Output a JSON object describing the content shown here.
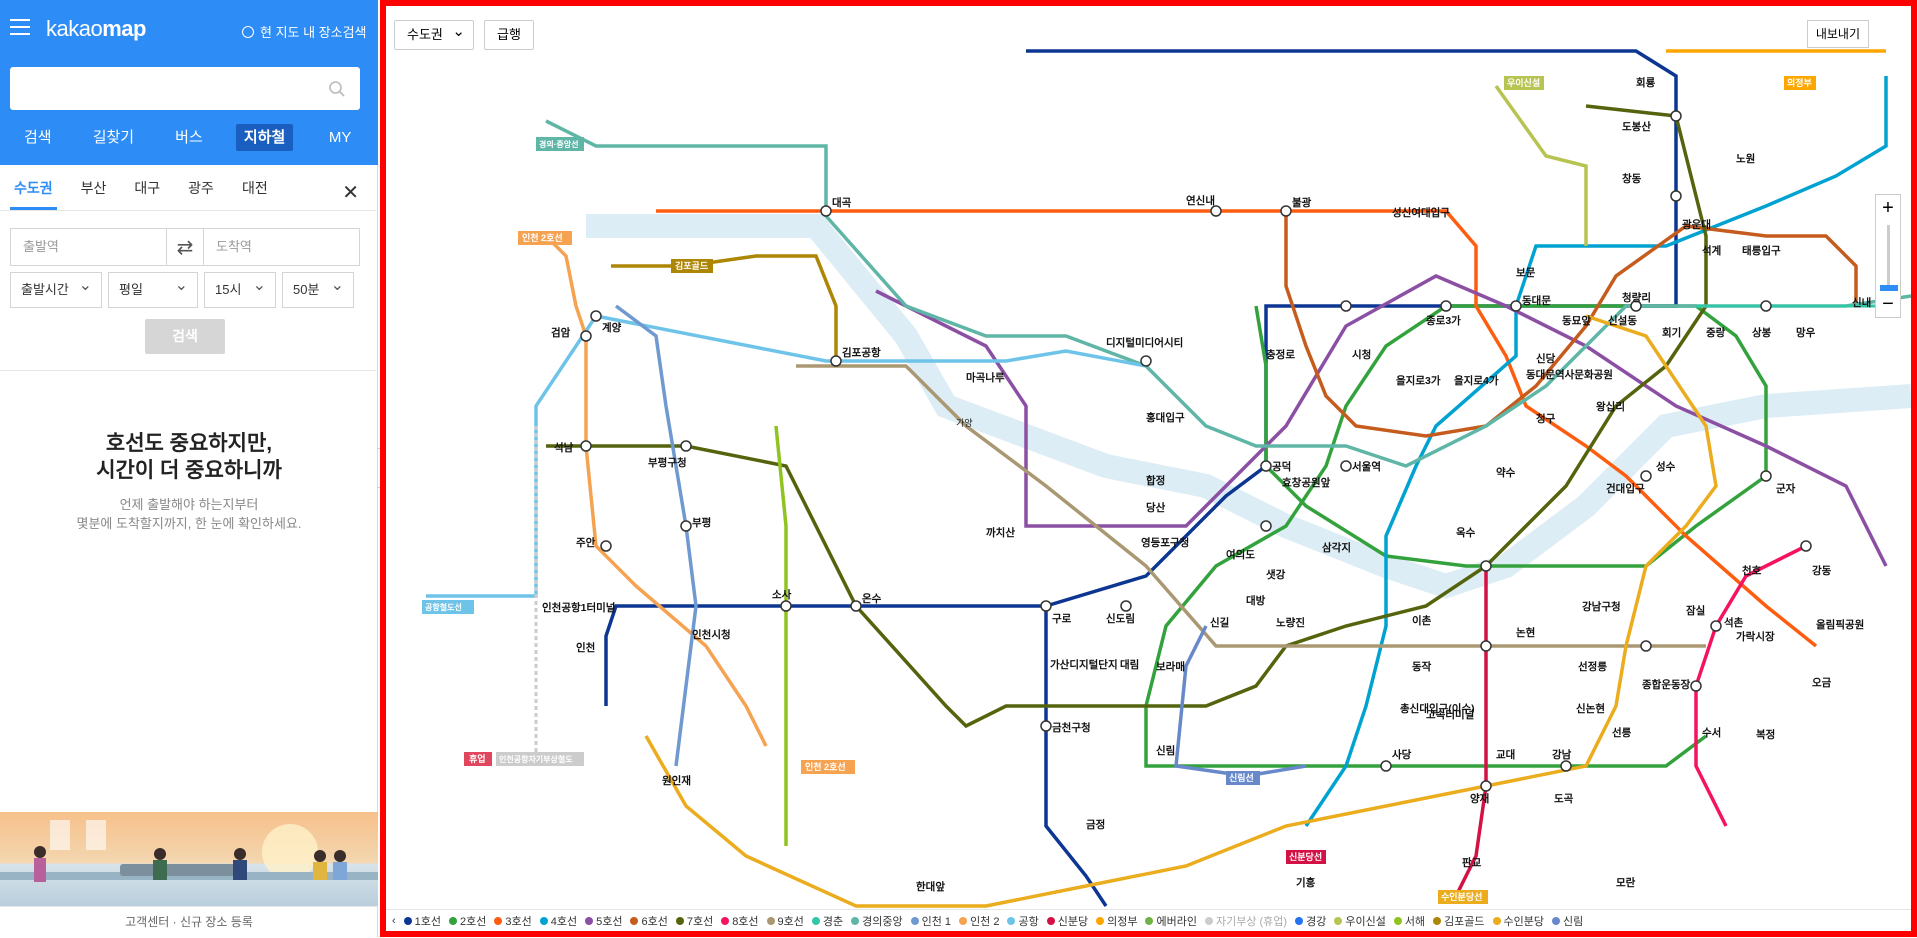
{
  "app": {
    "logo_kakao": "kakao",
    "logo_map": "map",
    "nearby_search": "현 지도 내 장소검색",
    "search_placeholder": ""
  },
  "top_tabs": [
    {
      "label": "검색"
    },
    {
      "label": "길찾기"
    },
    {
      "label": "버스"
    },
    {
      "label": "지하철",
      "active": true
    },
    {
      "label": "MY"
    }
  ],
  "region_tabs": [
    {
      "label": "수도권",
      "active": true
    },
    {
      "label": "부산"
    },
    {
      "label": "대구"
    },
    {
      "label": "광주"
    },
    {
      "label": "대전"
    }
  ],
  "route": {
    "from_placeholder": "출발역",
    "to_placeholder": "도착역",
    "time_type": "출발시간",
    "day_type": "평일",
    "hour": "15시",
    "minute": "50분",
    "search_label": "검색"
  },
  "promo": {
    "title_line1": "호선도 중요하지만,",
    "title_line2": "시간이 더 중요하니까",
    "sub_line1": "언제 출발해야 하는지부터",
    "sub_line2": "몇분에 도착할지까지, 한 눈에 확인하세요."
  },
  "footer": {
    "help": "고객센터",
    "sep": "·",
    "register": "신규 장소 등록"
  },
  "map": {
    "region_select": "수도권",
    "mode_button": "급행",
    "export_button": "내보내기",
    "zoom_in": "+",
    "zoom_out": "−",
    "collapse": "‹",
    "legend_prev": "‹"
  },
  "line_colors": {
    "line1": "#0d3692",
    "line2": "#33a23d",
    "line3": "#fe5d10",
    "line4": "#00a2d1",
    "line5": "#8b50a4",
    "line6": "#c55c1d",
    "line7": "#54640d",
    "line8": "#f51361",
    "line9": "#aa9872",
    "gyeongui": "#5fb5a6",
    "airport": "#6ec4e8",
    "bundang": "#ebac1d",
    "shinbundang": "#d31145",
    "gimpo": "#ad8605",
    "uisinseol": "#b7c452"
  },
  "legend": [
    {
      "label": "1호선",
      "color": "#0d3692"
    },
    {
      "label": "2호선",
      "color": "#33a23d"
    },
    {
      "label": "3호선",
      "color": "#fe5d10"
    },
    {
      "label": "4호선",
      "color": "#00a2d1"
    },
    {
      "label": "5호선",
      "color": "#8b50a4"
    },
    {
      "label": "6호선",
      "color": "#c55c1d"
    },
    {
      "label": "7호선",
      "color": "#54640d"
    },
    {
      "label": "8호선",
      "color": "#f51361"
    },
    {
      "label": "9호선",
      "color": "#aa9872"
    },
    {
      "label": "경춘",
      "color": "#32c6a6"
    },
    {
      "label": "경의중앙",
      "color": "#5fb5a6"
    },
    {
      "label": "인천 1",
      "color": "#6f99d0"
    },
    {
      "label": "인천 2",
      "color": "#f5a251"
    },
    {
      "label": "공항",
      "color": "#6ec4e8"
    },
    {
      "label": "신분당",
      "color": "#d31145"
    },
    {
      "label": "의정부",
      "color": "#fda600"
    },
    {
      "label": "에버라인",
      "color": "#6fb245"
    },
    {
      "label": "자기부상 (휴업)",
      "color": "#cccccc"
    },
    {
      "label": "경강",
      "color": "#2673f2"
    },
    {
      "label": "우이신설",
      "color": "#b7c452"
    },
    {
      "label": "서해",
      "color": "#8fc31f"
    },
    {
      "label": "김포골드",
      "color": "#ad8605"
    },
    {
      "label": "수인분당",
      "color": "#ebac1d"
    },
    {
      "label": "신림",
      "color": "#6789ca"
    }
  ],
  "line_badges": [
    {
      "text": "인천 2호선"
    },
    {
      "text": "김포골드"
    },
    {
      "text": "경의·중앙선"
    },
    {
      "text": "공항철도선"
    },
    {
      "text": "우이신설"
    },
    {
      "text": "의정부"
    },
    {
      "text": "신분당선"
    },
    {
      "text": "신림선"
    },
    {
      "text": "수인분당선"
    },
    {
      "text": "인천 2호선"
    },
    {
      "text": "휴업"
    },
    {
      "text": "인천공항자기부상철도"
    }
  ],
  "stations": [
    {
      "name": "대곡"
    },
    {
      "name": "불광"
    },
    {
      "name": "연신내"
    },
    {
      "name": "디지털미디어시티"
    },
    {
      "name": "김포공항"
    },
    {
      "name": "마곡나루"
    },
    {
      "name": "계양"
    },
    {
      "name": "검암"
    },
    {
      "name": "석남"
    },
    {
      "name": "부평구청"
    },
    {
      "name": "부평"
    },
    {
      "name": "주안"
    },
    {
      "name": "인천"
    },
    {
      "name": "소사"
    },
    {
      "name": "온수"
    },
    {
      "name": "구로"
    },
    {
      "name": "신도림"
    },
    {
      "name": "대림"
    },
    {
      "name": "가산디지털단지"
    },
    {
      "name": "금천구청"
    },
    {
      "name": "까치산"
    },
    {
      "name": "당산"
    },
    {
      "name": "영등포구청"
    },
    {
      "name": "합정"
    },
    {
      "name": "홍대입구"
    },
    {
      "name": "공덕"
    },
    {
      "name": "여의도"
    },
    {
      "name": "샛강"
    },
    {
      "name": "대방"
    },
    {
      "name": "노량진"
    },
    {
      "name": "신길"
    },
    {
      "name": "보라매"
    },
    {
      "name": "신림"
    },
    {
      "name": "동작"
    },
    {
      "name": "이촌"
    },
    {
      "name": "서울역"
    },
    {
      "name": "시청"
    },
    {
      "name": "충정로"
    },
    {
      "name": "종로3가"
    },
    {
      "name": "을지로3가"
    },
    {
      "name": "을지로4가"
    },
    {
      "name": "동대문역사문화공원"
    },
    {
      "name": "동대문"
    },
    {
      "name": "동묘앞"
    },
    {
      "name": "신설동"
    },
    {
      "name": "청량리"
    },
    {
      "name": "회기"
    },
    {
      "name": "중랑"
    },
    {
      "name": "상봉"
    },
    {
      "name": "망우"
    },
    {
      "name": "왕십리"
    },
    {
      "name": "신당"
    },
    {
      "name": "청구"
    },
    {
      "name": "약수"
    },
    {
      "name": "옥수"
    },
    {
      "name": "삼각지"
    },
    {
      "name": "효창공원앞"
    },
    {
      "name": "가양"
    },
    {
      "name": "고속터미널"
    },
    {
      "name": "사당"
    },
    {
      "name": "교대"
    },
    {
      "name": "강남"
    },
    {
      "name": "선릉"
    },
    {
      "name": "선정릉"
    },
    {
      "name": "신논현"
    },
    {
      "name": "논현"
    },
    {
      "name": "종합운동장"
    },
    {
      "name": "잠실"
    },
    {
      "name": "석촌"
    },
    {
      "name": "가락시장"
    },
    {
      "name": "수서"
    },
    {
      "name": "복정"
    },
    {
      "name": "오금"
    },
    {
      "name": "천호"
    },
    {
      "name": "강동"
    },
    {
      "name": "군자"
    },
    {
      "name": "건대입구"
    },
    {
      "name": "성수"
    },
    {
      "name": "석계"
    },
    {
      "name": "태릉입구"
    },
    {
      "name": "광운대"
    },
    {
      "name": "창동"
    },
    {
      "name": "노원"
    },
    {
      "name": "도봉산"
    },
    {
      "name": "회룡"
    },
    {
      "name": "성신여대입구"
    },
    {
      "name": "보문"
    },
    {
      "name": "신내"
    },
    {
      "name": "총신대입구(이수)"
    },
    {
      "name": "판교"
    },
    {
      "name": "양재"
    },
    {
      "name": "도곡"
    },
    {
      "name": "모란"
    },
    {
      "name": "한대앞"
    },
    {
      "name": "원인재"
    },
    {
      "name": "인천시청"
    },
    {
      "name": "인천공항1터미널"
    },
    {
      "name": "올림픽공원"
    },
    {
      "name": "강남구청"
    },
    {
      "name": "기흥"
    },
    {
      "name": "금정"
    }
  ]
}
